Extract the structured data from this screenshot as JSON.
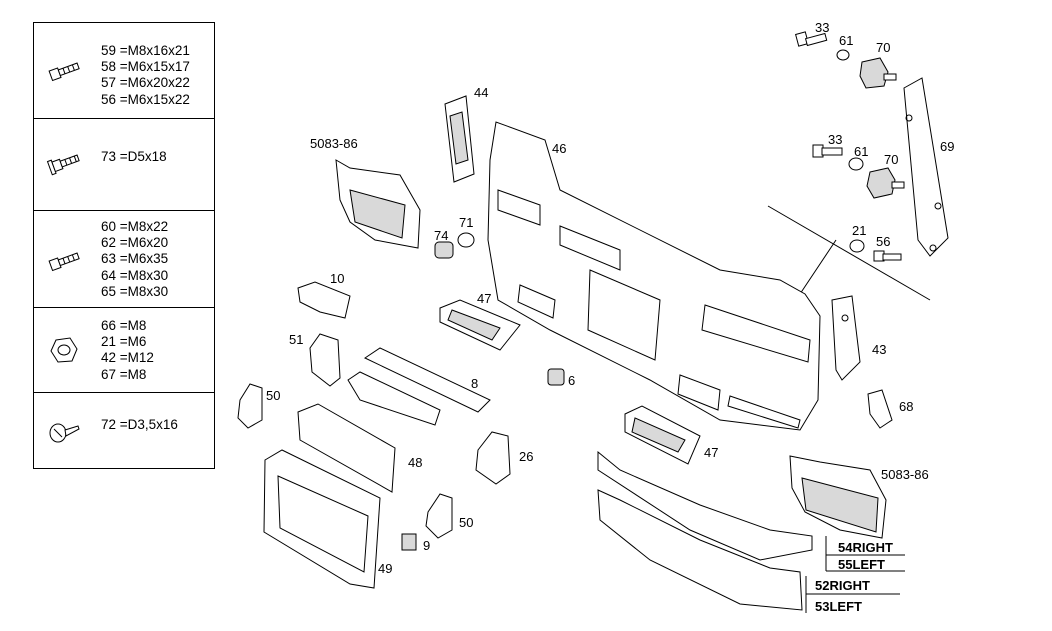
{
  "legend": [
    {
      "icon": "bolt-icon",
      "lines": [
        "59 =M8x16x21",
        "58 =M6x15x17",
        "57 =M6x20x22",
        "56 =M6x15x22"
      ]
    },
    {
      "icon": "flange-bolt-icon",
      "lines": [
        "73 =D5x18"
      ]
    },
    {
      "icon": "bolt-icon",
      "lines": [
        "60 =M8x22",
        "62 =M6x20",
        "63 =M6x35",
        "64 =M8x30",
        "65 =M8x30"
      ]
    },
    {
      "icon": "nut-icon",
      "lines": [
        "66 =M8",
        "21 =M6",
        "42 =M12",
        "67 =M8"
      ]
    },
    {
      "icon": "screw-icon",
      "lines": [
        "72 =D3,5x16"
      ]
    }
  ],
  "callouts": {
    "c33a": "33",
    "c61a": "61",
    "c70a": "70",
    "c69": "69",
    "c33b": "33",
    "c61b": "61",
    "c70b": "70",
    "c21": "21",
    "c56": "56",
    "c44": "44",
    "c46": "46",
    "c5083a": "5083-86",
    "c74": "74",
    "c71": "71",
    "c10": "10",
    "c47a": "47",
    "c51": "51",
    "c8": "8",
    "c6": "6",
    "c43": "43",
    "c50a": "50",
    "c68": "68",
    "c26": "26",
    "c47b": "47",
    "c48": "48",
    "c5083b": "5083-86",
    "c50b": "50",
    "c9": "9",
    "c49": "49"
  },
  "side_labels": {
    "right54": "54RIGHT",
    "left55": "55LEFT",
    "right52": "52RIGHT",
    "left53": "53LEFT"
  }
}
